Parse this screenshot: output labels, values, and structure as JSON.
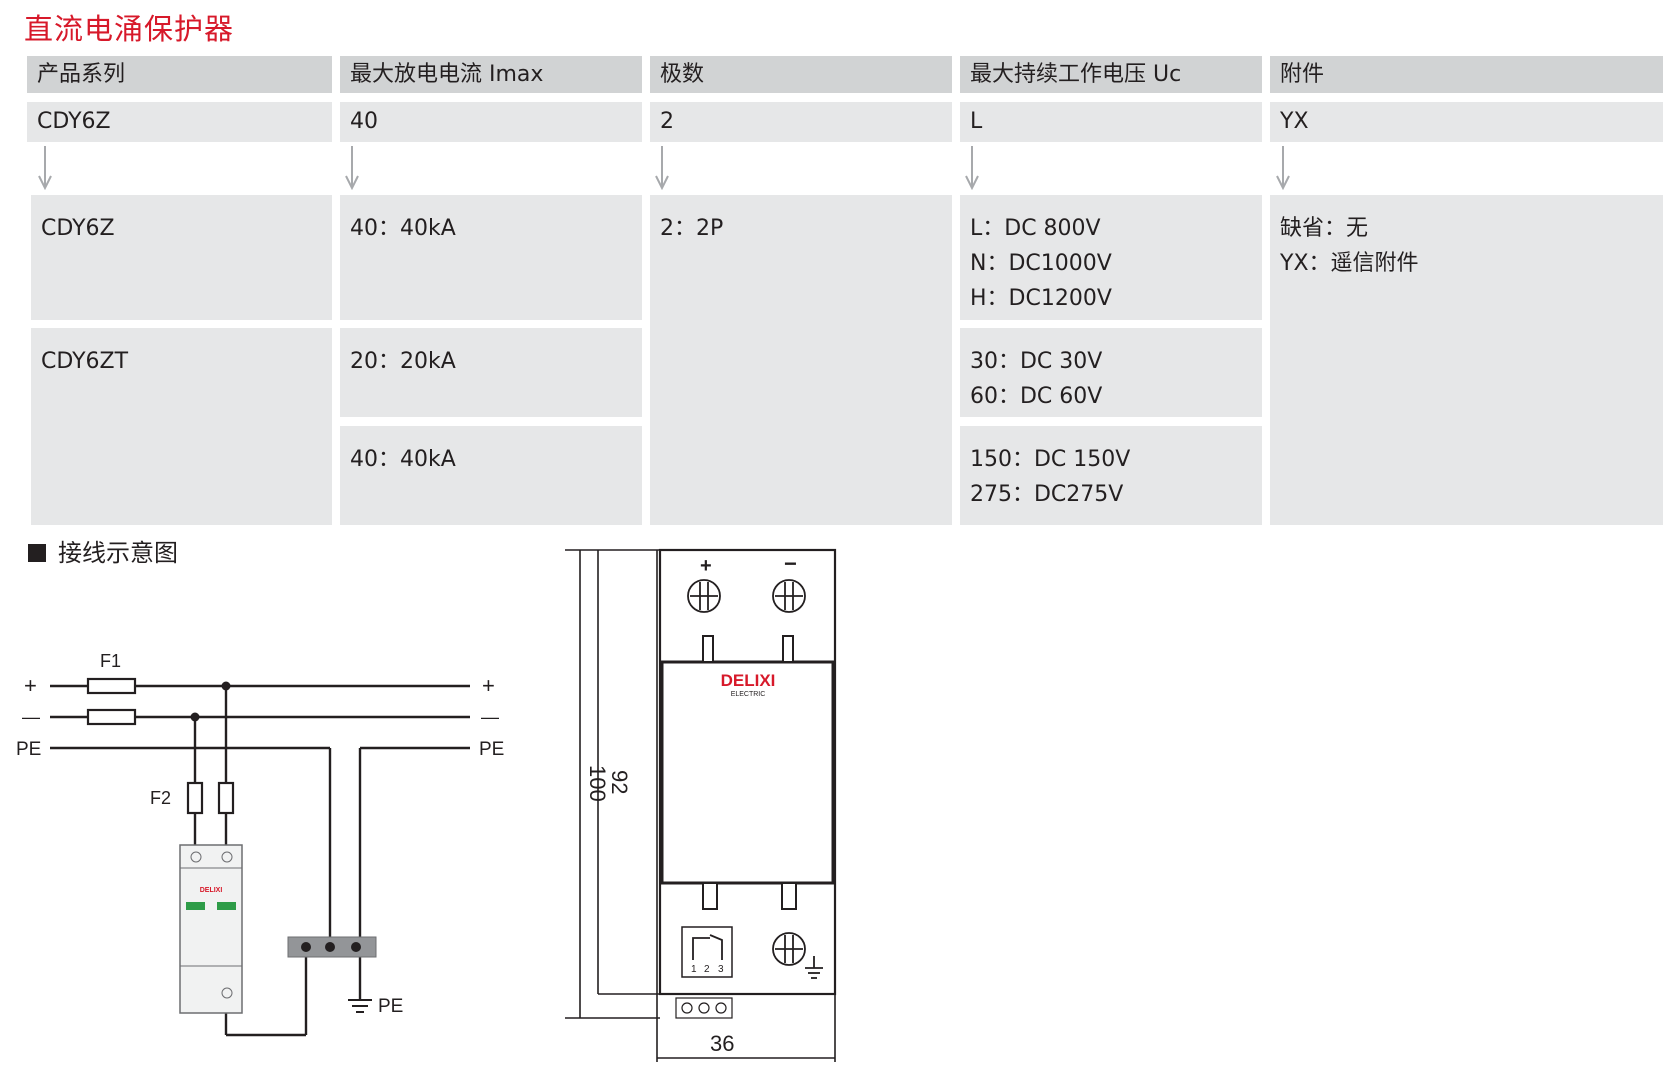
{
  "title": "直流电涌保护器",
  "table": {
    "headers": [
      "产品系列",
      "最大放电电流 Imax",
      "极数",
      "最大持续工作电压 Uc",
      "附件"
    ],
    "example": [
      "CDY6Z",
      "40",
      "2",
      "L",
      "YX"
    ],
    "series": {
      "cdy6z": {
        "name": "CDY6Z",
        "imax": [
          "40：40kA"
        ],
        "uc": [
          "L：DC 800V",
          "N：DC1000V",
          "H：DC1200V"
        ]
      },
      "cdy6zt": {
        "name": "CDY6ZT",
        "imax_a": [
          "20：20kA"
        ],
        "imax_b": [
          "40：40kA"
        ],
        "uc_a": [
          "30：DC 30V",
          "60：DC 60V"
        ],
        "uc_b": [
          "150：DC 150V",
          "275：DC275V"
        ]
      }
    },
    "poles": [
      "2：2P"
    ],
    "accessory": [
      "缺省：无",
      "YX：遥信附件"
    ]
  },
  "wiring": {
    "section_title": "接线示意图",
    "labels": {
      "plus": "+",
      "minus": "—",
      "pe": "PE",
      "f1": "F1",
      "f2": "F2",
      "pe_ground": "PE",
      "brand": "DELIXI"
    }
  },
  "dimension": {
    "height_outer": "100",
    "height_inner": "92",
    "width": "36",
    "brand": "DELIXI",
    "brand_sub": "ELECTRIC",
    "terminal_plus": "+",
    "terminal_minus": "−",
    "contacts": [
      "1",
      "2",
      "3"
    ]
  },
  "colors": {
    "title": "#d7192a",
    "header_bg": "#d1d3d4",
    "cell_bg": "#e6e7e8",
    "brand": "#d7192a",
    "indicator": "#2e9c48"
  }
}
